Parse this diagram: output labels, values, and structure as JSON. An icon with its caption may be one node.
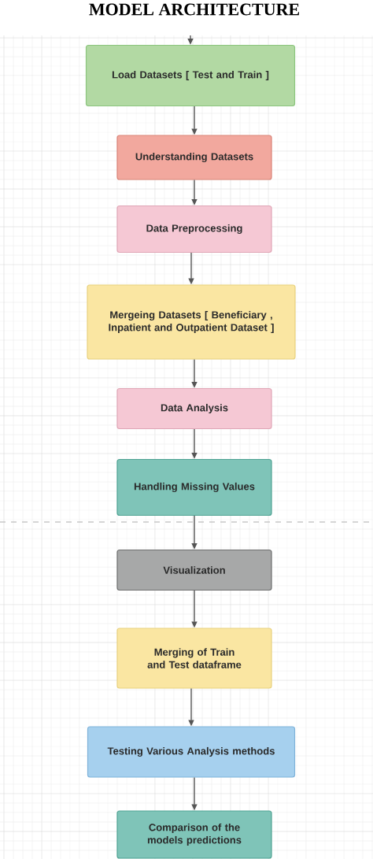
{
  "diagram": {
    "title": "MODEL ARCHITECTURE",
    "nodes": [
      {
        "text": [
          "Load Datasets [ Test and Train ]"
        ]
      },
      {
        "text": [
          "Understanding Datasets"
        ]
      },
      {
        "text": [
          "Data Preprocessing"
        ]
      },
      {
        "text": [
          "Mergeing Datasets [ Beneficiary , Inpatient and Outpatient Dataset ]"
        ]
      },
      {
        "text": [
          "Data Analysis"
        ]
      },
      {
        "text": [
          "Handling Missing Values"
        ]
      },
      {
        "text": [
          "Visualization"
        ]
      },
      {
        "text": [
          "Merging of Train and Test dataframe"
        ]
      },
      {
        "text": [
          "Testing Various Analysis methods"
        ]
      },
      {
        "text": [
          "Comparison of the models predictions"
        ]
      }
    ],
    "edges": [
      {
        "from": null,
        "to": 0,
        "arrow": "to"
      },
      {
        "from": 0,
        "to": 1,
        "arrow": "to"
      },
      {
        "from": 1,
        "to": 2,
        "arrow": "to"
      },
      {
        "from": 2,
        "to": 3,
        "arrow": "to"
      },
      {
        "from": 3,
        "to": 4,
        "arrow": "to"
      },
      {
        "from": 4,
        "to": 5,
        "arrow": "to"
      },
      {
        "from": 5,
        "to": 6,
        "arrow": "to"
      },
      {
        "from": 6,
        "to": 7,
        "arrow": "to"
      },
      {
        "from": 7,
        "to": 8,
        "arrow": "to"
      },
      {
        "from": 8,
        "to": 9,
        "arrow": "to"
      }
    ]
  }
}
